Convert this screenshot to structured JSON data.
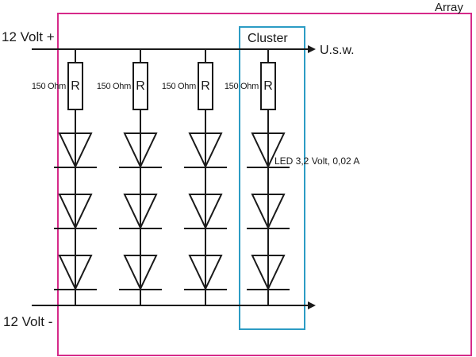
{
  "title": "LED array circuit",
  "colors": {
    "array_frame": "#d62a8a",
    "cluster_frame": "#2c9cc4",
    "wire": "#1a1a1a"
  },
  "labels": {
    "array": "Array",
    "cluster": "Cluster",
    "positive_rail": "12 Volt +",
    "negative_rail": "12 Volt -",
    "continuation": "U.s.w.",
    "led_spec": "LED 3,2 Volt, 0,02 A"
  },
  "columns": [
    {
      "resistor_value": "150 Ohm",
      "resistor_symbol": "R",
      "led_count": 3
    },
    {
      "resistor_value": "150 Ohm",
      "resistor_symbol": "R",
      "led_count": 3
    },
    {
      "resistor_value": "150 Ohm",
      "resistor_symbol": "R",
      "led_count": 3
    },
    {
      "resistor_value": "150 Ohm",
      "resistor_symbol": "R",
      "led_count": 3
    }
  ]
}
